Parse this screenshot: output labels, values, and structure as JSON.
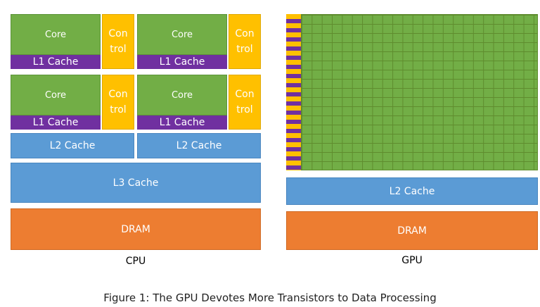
{
  "cpu": {
    "core_label": "Core",
    "control_line1": "Con",
    "control_line2": "trol",
    "l1_label": "L1 Cache",
    "l2_label": "L2 Cache",
    "l3_label": "L3 Cache",
    "dram_label": "DRAM",
    "title": "CPU"
  },
  "gpu": {
    "l2_label": "L2 Cache",
    "dram_label": "DRAM",
    "title": "GPU"
  },
  "caption": "Figure 1: The GPU Devotes More Transistors to Data Processing",
  "colors": {
    "core": "#72ae46",
    "l1_cache": "#7030a0",
    "control": "#ffc000",
    "cache": "#5b9bd5",
    "dram": "#ed7d31"
  }
}
